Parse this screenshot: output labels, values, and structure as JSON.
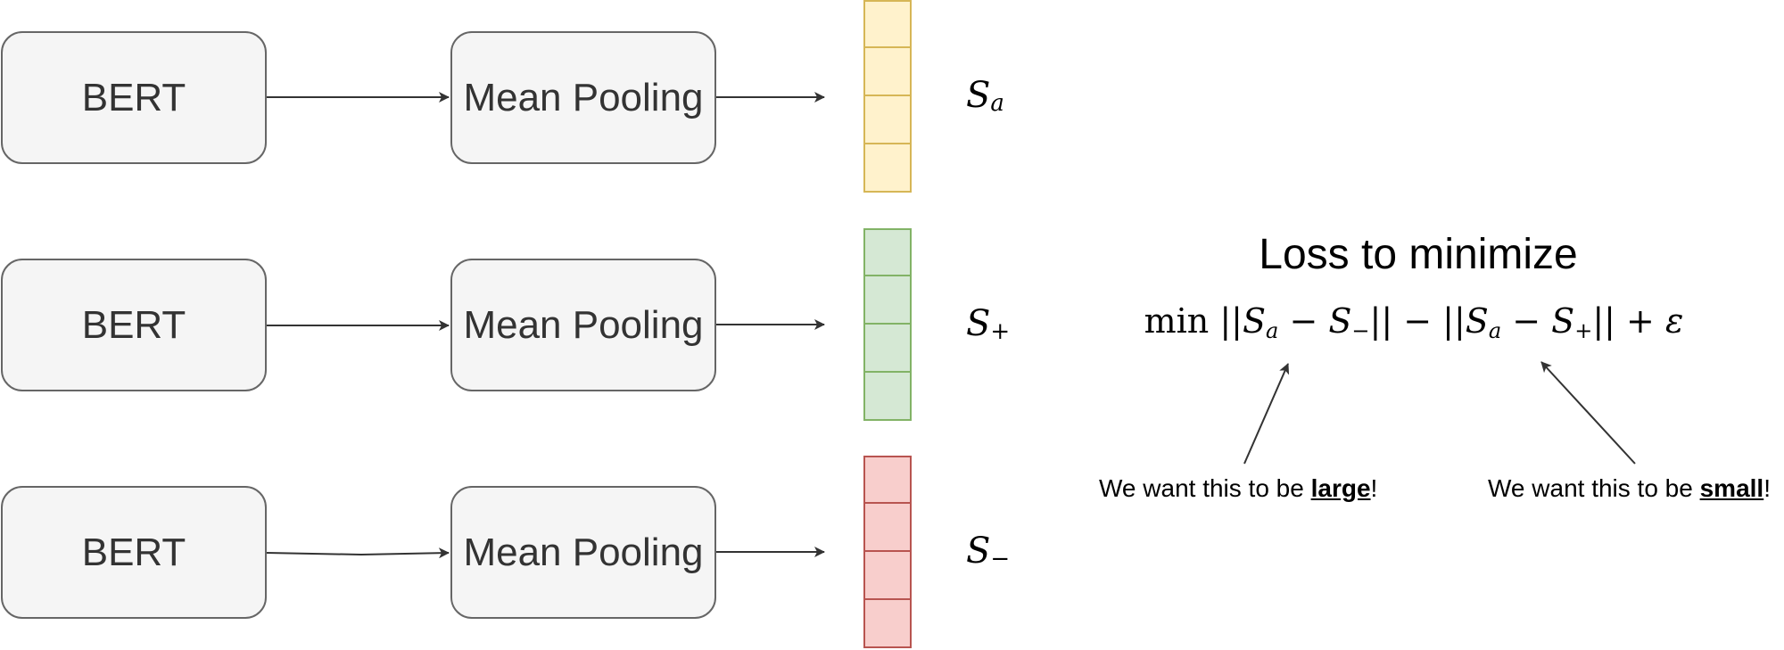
{
  "colors": {
    "yellow_fill": "#fff2cc",
    "yellow_stroke": "#d6b656",
    "green_fill": "#d5e8d4",
    "green_stroke": "#82b366",
    "red_fill": "#f8cecc",
    "red_stroke": "#b85450",
    "box_fill": "#f5f5f5",
    "box_stroke": "#666666"
  },
  "rows": [
    {
      "encoder": "BERT",
      "pooling": "Mean Pooling",
      "embedding_symbol": "S",
      "embedding_sub": "a",
      "color": "yellow"
    },
    {
      "encoder": "BERT",
      "pooling": "Mean Pooling",
      "embedding_symbol": "S",
      "embedding_sub": "+",
      "color": "green"
    },
    {
      "encoder": "BERT",
      "pooling": "Mean Pooling",
      "embedding_symbol": "S",
      "embedding_sub": "−",
      "color": "red"
    }
  ],
  "loss": {
    "title": "Loss to minimize",
    "min": "min",
    "bars": "||",
    "S": "S",
    "sub_a": "a",
    "sub_minus": "−",
    "sub_plus": "+",
    "minus": "−",
    "plus": "+",
    "epsilon": "ε"
  },
  "notes": {
    "large_prefix": "We want this to be ",
    "large_word": "large",
    "large_suffix": "!",
    "small_prefix": "We want this to be ",
    "small_word": "small",
    "small_suffix": "!"
  }
}
